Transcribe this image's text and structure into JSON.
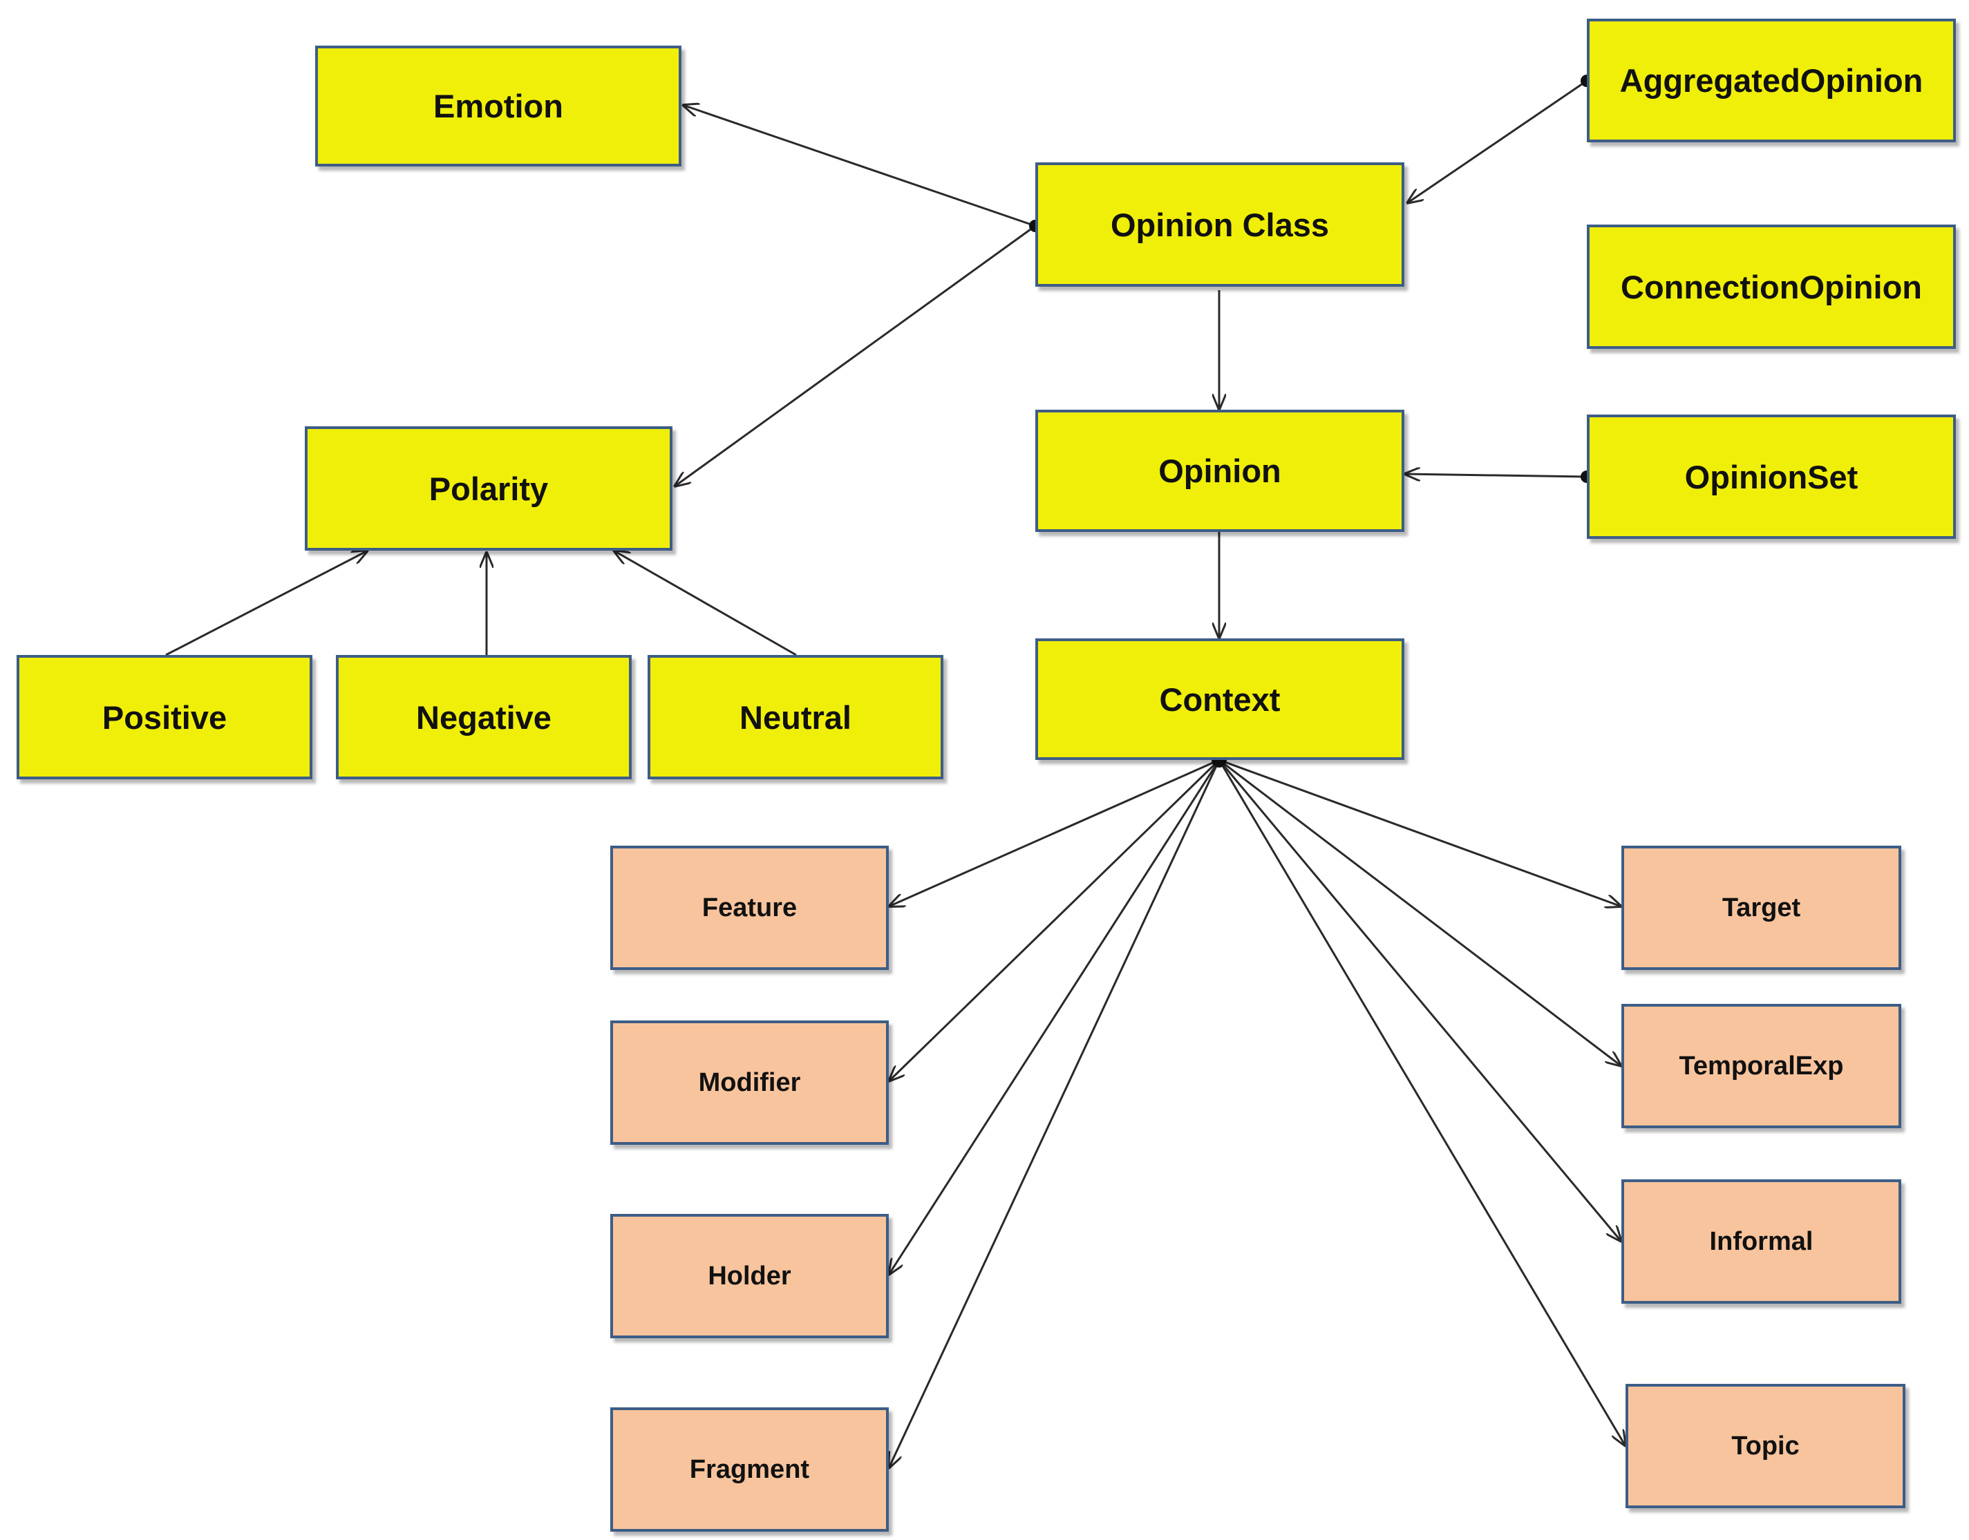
{
  "nodes": {
    "emotion": "Emotion",
    "opinion_class": "Opinion Class",
    "aggregated_opinion": "AggregatedOpinion",
    "connection_opinion": "ConnectionOpinion",
    "polarity": "Polarity",
    "opinion": "Opinion",
    "opinion_set": "OpinionSet",
    "positive": "Positive",
    "negative": "Negative",
    "neutral": "Neutral",
    "context": "Context",
    "feature": "Feature",
    "modifier": "Modifier",
    "holder": "Holder",
    "fragment": "Fragment",
    "target": "Target",
    "temporal_exp": "TemporalExp",
    "informal": "Informal",
    "topic": "Topic"
  },
  "edges": [
    {
      "from": "opinion_class",
      "to": "emotion"
    },
    {
      "from": "opinion_class",
      "to": "polarity"
    },
    {
      "from": "aggregated_opinion",
      "to": "opinion_class"
    },
    {
      "from": "opinion_class",
      "to": "opinion"
    },
    {
      "from": "opinion_set",
      "to": "opinion"
    },
    {
      "from": "opinion",
      "to": "context"
    },
    {
      "from": "positive",
      "to": "polarity"
    },
    {
      "from": "negative",
      "to": "polarity"
    },
    {
      "from": "neutral",
      "to": "polarity"
    },
    {
      "from": "context",
      "to": "feature"
    },
    {
      "from": "context",
      "to": "modifier"
    },
    {
      "from": "context",
      "to": "holder"
    },
    {
      "from": "context",
      "to": "fragment"
    },
    {
      "from": "context",
      "to": "target"
    },
    {
      "from": "context",
      "to": "temporal_exp"
    },
    {
      "from": "context",
      "to": "informal"
    },
    {
      "from": "context",
      "to": "topic"
    }
  ],
  "colors": {
    "primary_fill": "#f0ef09",
    "secondary_fill": "#f8c49d",
    "border": "#3d5d86",
    "line": "#2a2a2a"
  }
}
